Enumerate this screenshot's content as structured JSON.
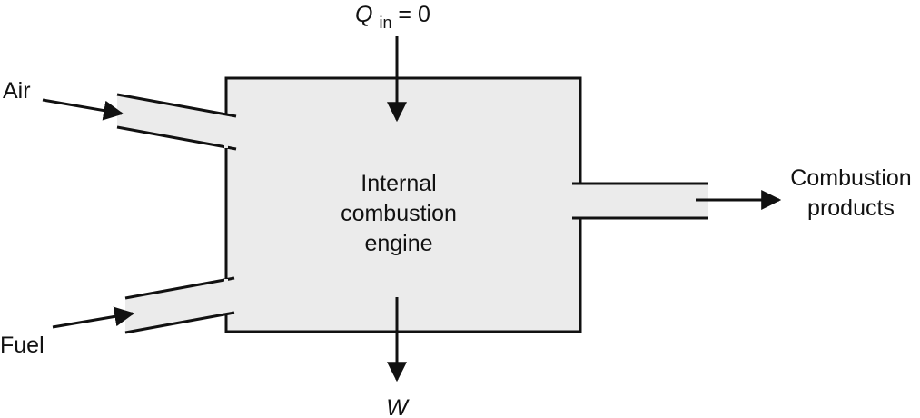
{
  "labels": {
    "engine_line1": "Internal",
    "engine_line2": "combustion",
    "engine_line3": "engine",
    "heat_symbol": "Q",
    "heat_subscript": "in",
    "heat_value": " = 0",
    "work_symbol": "W",
    "air": "Air",
    "fuel": "Fuel",
    "products_line1": "Combustion",
    "products_line2": "products"
  },
  "colors": {
    "box_fill": "#ebebeb",
    "stroke": "#111111",
    "background": "#ffffff"
  }
}
